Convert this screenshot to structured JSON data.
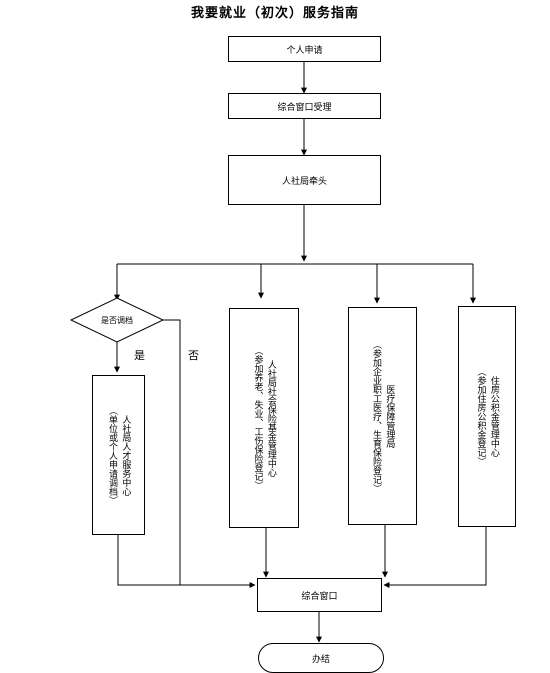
{
  "title": "我要就业（初次）服务指南",
  "steps": {
    "apply": "个人申请",
    "accept": "综合窗口受理",
    "lead": "人社局牵头",
    "transfer_question": "是否调档",
    "yes": "是",
    "no": "否",
    "talent_center": {
      "line1": "人社局人才服务中心",
      "line2": "（单位或个人申请调档）"
    },
    "social_insurance": {
      "line1": "人社局社会保险基金管理中心",
      "line2": "（参加养老、失业、工伤保险登记）"
    },
    "medical": {
      "line1": "医疗保障管理局",
      "line2": "（参加企业职工医疗、生育保险登记）"
    },
    "housing_fund": {
      "line1": "住房公积金管理中心",
      "line2": "（参加住房公积金登记）"
    },
    "final_window": "综合窗口",
    "done": "办结"
  }
}
